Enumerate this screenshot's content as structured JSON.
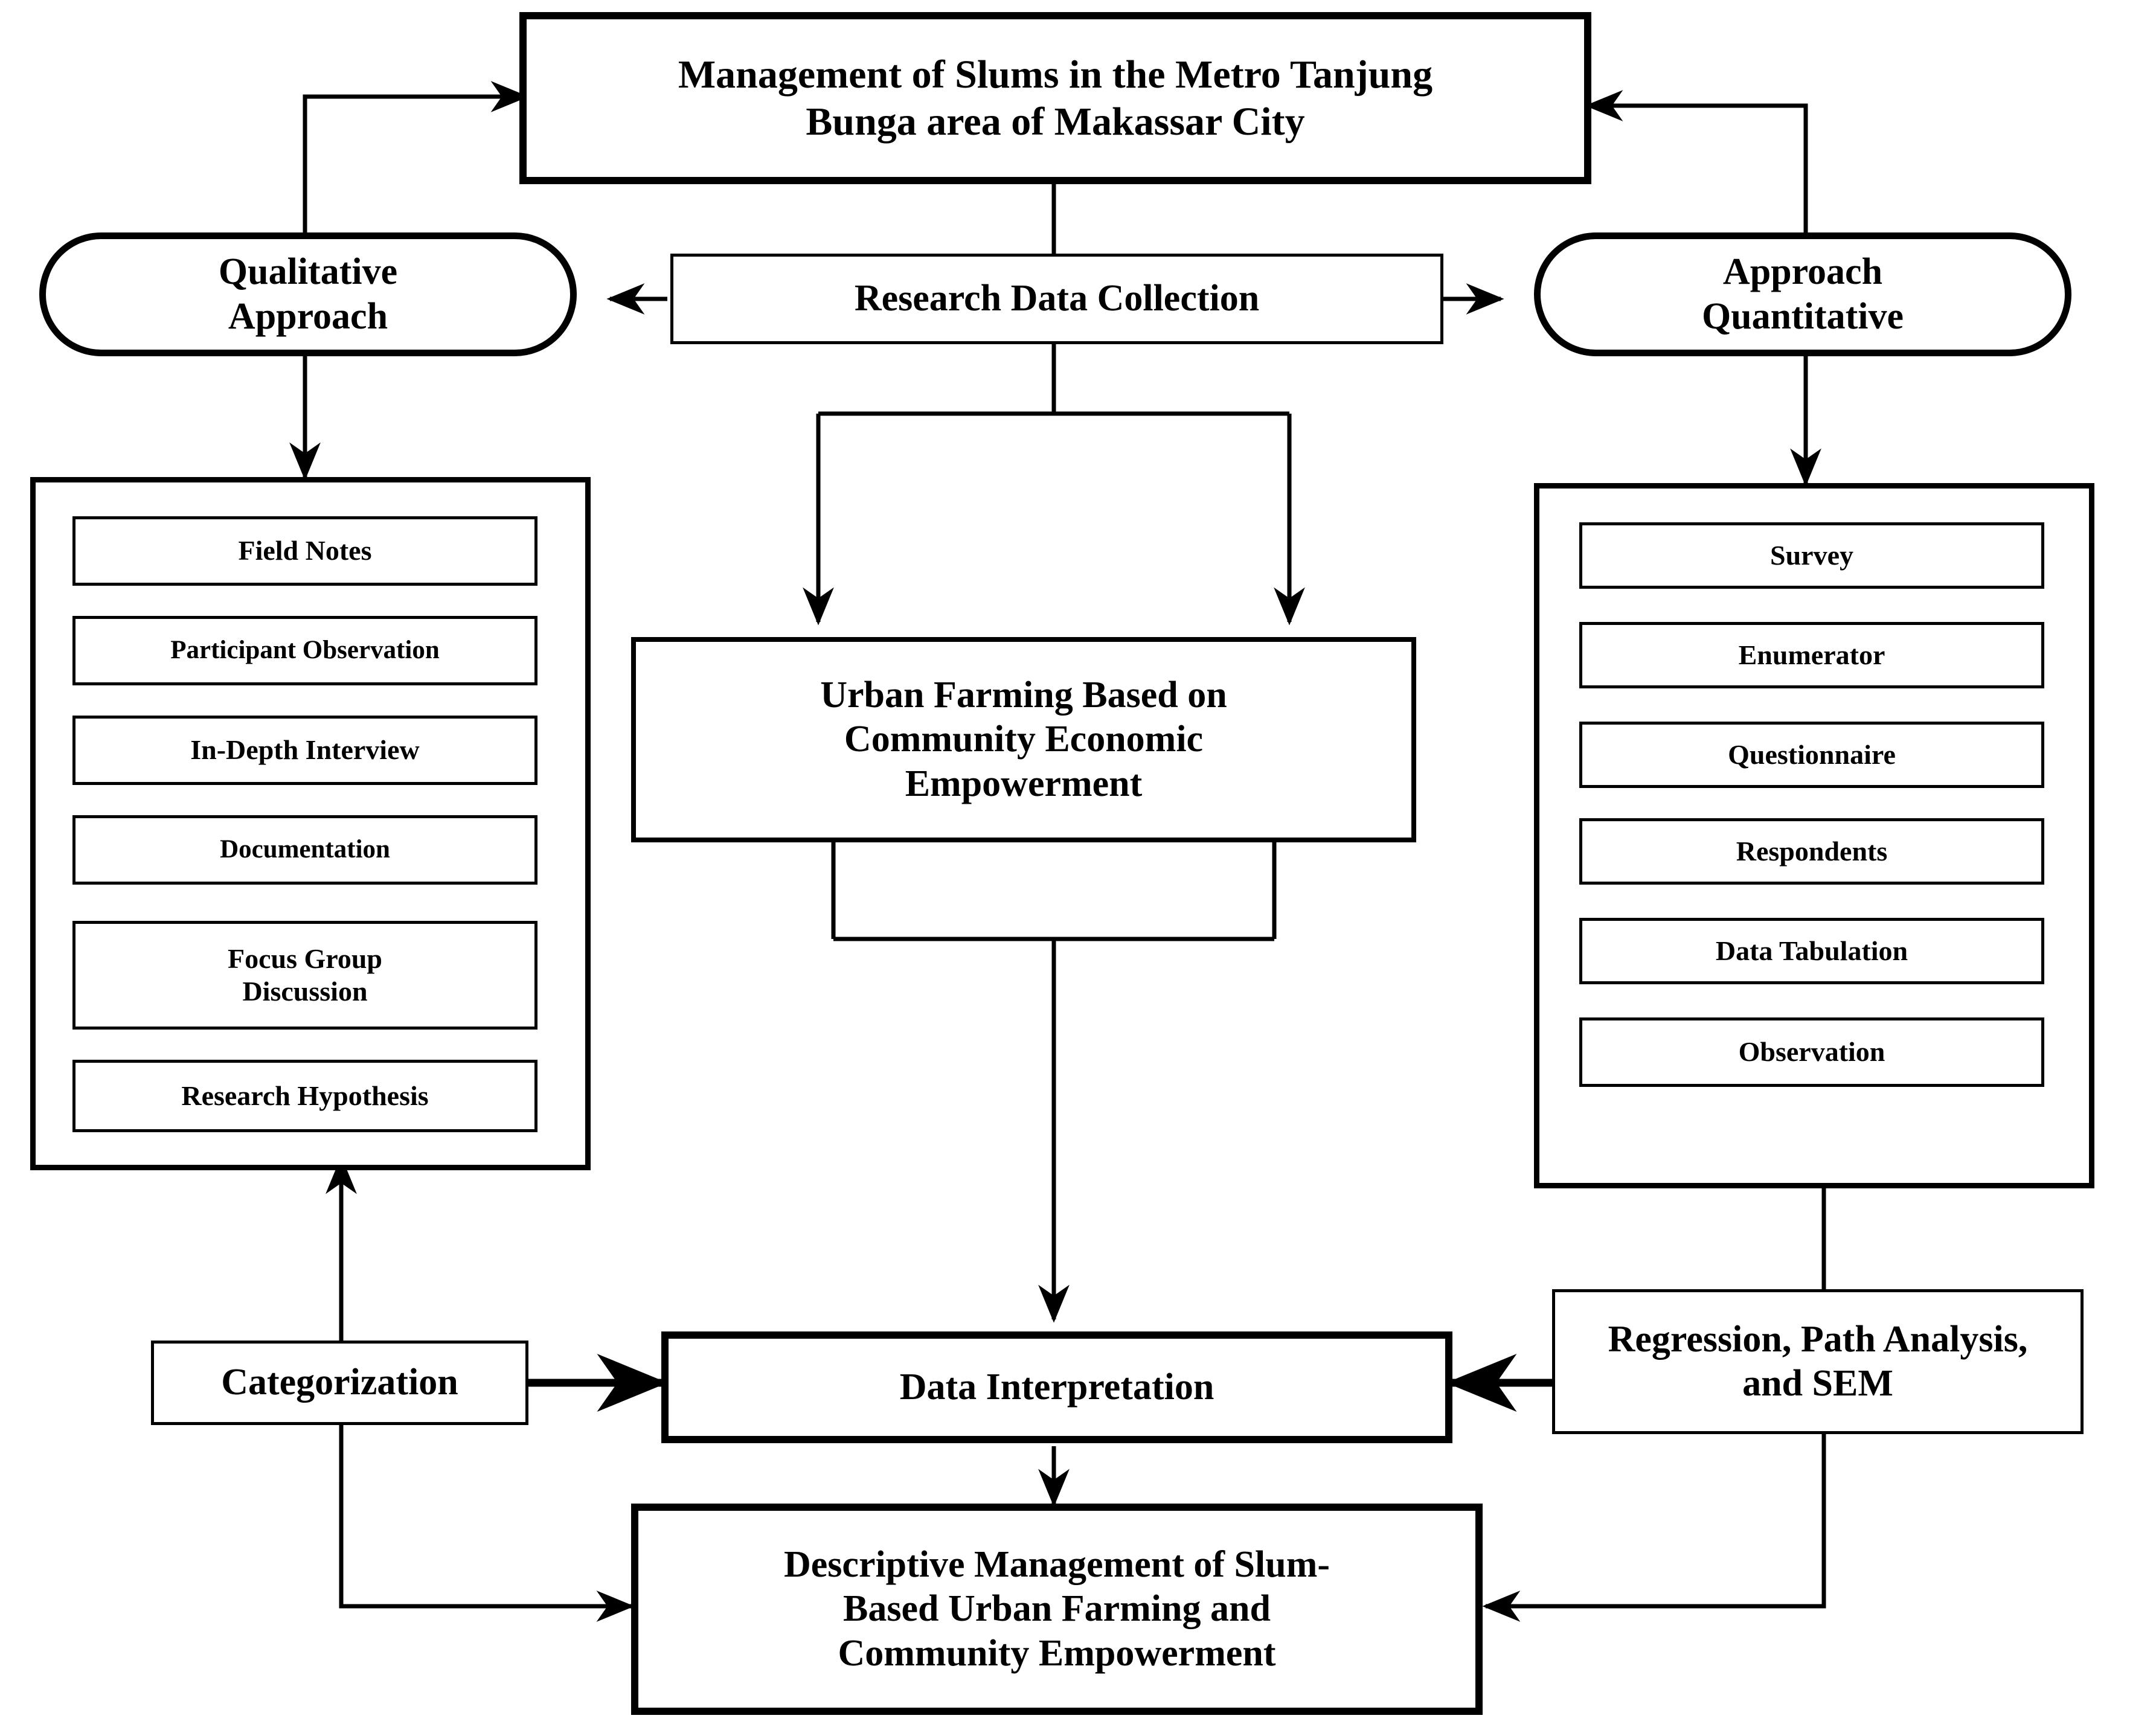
{
  "diagram": {
    "type": "research-framework-flowchart",
    "title_box": {
      "label": "Management of Slums in the Metro  Tanjung\nBunga area of Makassar City"
    },
    "collection_box": {
      "label": "Research Data Collection"
    },
    "left_approach": {
      "label": "Qualitative\nApproach"
    },
    "right_approach": {
      "label": "Approach\nQuantitative"
    },
    "qualitative_methods": [
      {
        "label": "Field Notes"
      },
      {
        "label": "Participant Observation"
      },
      {
        "label": "In-Depth  Interview"
      },
      {
        "label": "Documentation"
      },
      {
        "label": "Focus Group\nDiscussion"
      },
      {
        "label": "Research Hypothesis"
      }
    ],
    "quantitative_methods": [
      {
        "label": "Survey"
      },
      {
        "label": "Enumerator"
      },
      {
        "label": "Questionnaire"
      },
      {
        "label": "Respondents"
      },
      {
        "label": "Data Tabulation"
      },
      {
        "label": "Observation"
      }
    ],
    "center_box": {
      "label": "Urban Farming Based on\nCommunity Economic\nEmpowerment"
    },
    "categorization_box": {
      "label": "Categorization"
    },
    "interpretation_box": {
      "label": "Data Interpretation"
    },
    "analysis_box": {
      "label": "Regression, Path Analysis,\nand SEM"
    },
    "outcome_box": {
      "label": "Descriptive Management of Slum-\nBased Urban Farming and\nCommunity Empowerment"
    },
    "colors": {
      "stroke": "#000000",
      "fill": "#ffffff"
    }
  }
}
